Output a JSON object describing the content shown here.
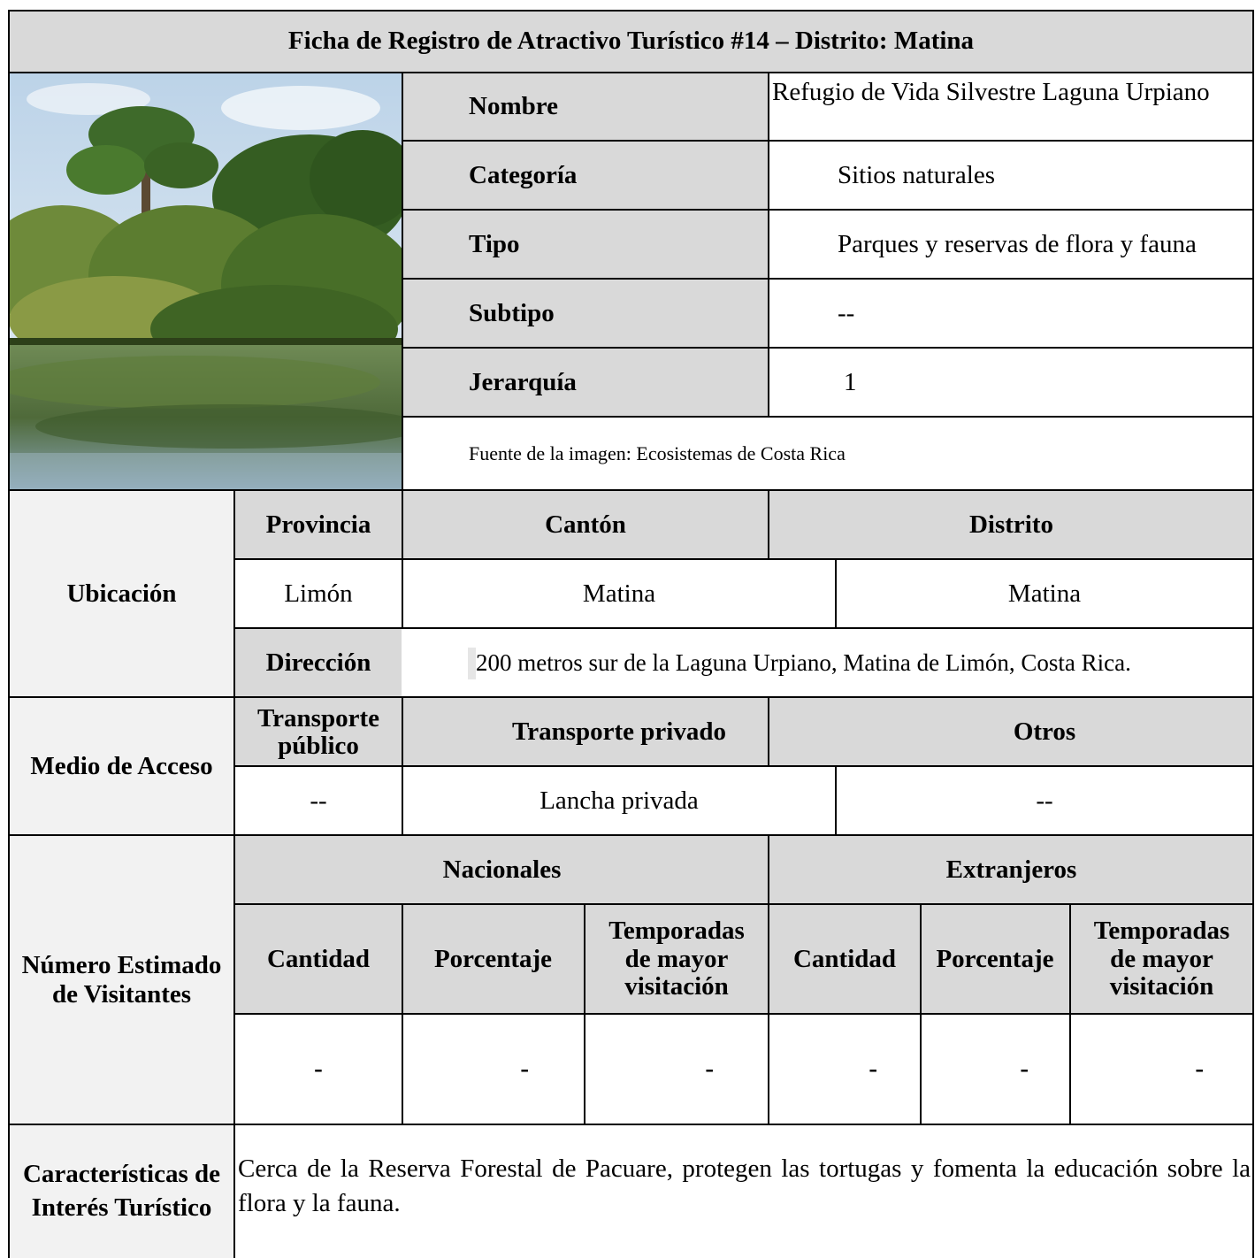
{
  "header": {
    "title": "Ficha de Registro de Atractivo Turístico #14 – Distrito: Matina"
  },
  "photo": {
    "icon": "rainforest-lagoon-photo"
  },
  "info": {
    "nombre_label": "Nombre",
    "nombre_value": "Refugio de Vida Silvestre Laguna Urpiano",
    "categoria_label": "Categoría",
    "categoria_value": "Sitios naturales",
    "tipo_label": "Tipo",
    "tipo_value": "Parques y reservas de flora y fauna",
    "subtipo_label": "Subtipo",
    "subtipo_value": "--",
    "jerarquia_label": "Jerarquía",
    "jerarquia_value": "1",
    "fuente": "Fuente de la imagen: Ecosistemas de Costa Rica"
  },
  "ubicacion": {
    "label": "Ubicación",
    "provincia_label": "Provincia",
    "canton_label": "Cantón",
    "distrito_label": "Distrito",
    "provincia": "Limón",
    "canton": "Matina",
    "distrito": "Matina",
    "direccion_label": "Dirección",
    "direccion": "200 metros sur de la Laguna Urpiano, Matina de Limón, Costa Rica."
  },
  "acceso": {
    "label": "Medio de Acceso",
    "publico_label": "Transporte público",
    "privado_label": "Transporte privado",
    "otros_label": "Otros",
    "publico": "--",
    "privado": "Lancha privada",
    "otros": "--"
  },
  "visitantes": {
    "label": "Número Estimado de Visitantes",
    "nacionales_label": "Nacionales",
    "extranjeros_label": "Extranjeros",
    "cantidad_label": "Cantidad",
    "porcentaje_label": "Porcentaje",
    "temporadas_label": "Temporadas de mayor visitación",
    "values": [
      "-",
      "-",
      "-",
      "-",
      "-",
      "-"
    ]
  },
  "caracteristicas": {
    "label": "Características de Interés Turístico",
    "text": "Cerca de la Reserva Forestal de Pacuare, protegen las tortugas y fomenta la educación sobre la flora y la fauna."
  }
}
